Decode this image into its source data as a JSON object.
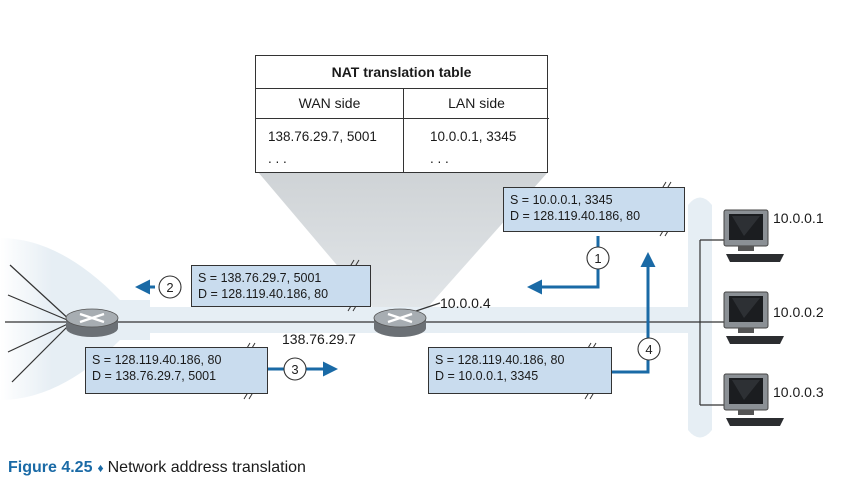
{
  "nat_table": {
    "title": "NAT translation table",
    "wan_header": "WAN side",
    "lan_header": "LAN side",
    "wan_entries": [
      "138.76.29.7, 5001",
      ". . ."
    ],
    "lan_entries": [
      "10.0.0.1, 3345",
      ". . ."
    ]
  },
  "packets": {
    "p1": {
      "step": "1",
      "src": "S = 10.0.0.1, 3345",
      "dst": "D = 128.119.40.186, 80"
    },
    "p2": {
      "step": "2",
      "src": "S = 138.76.29.7, 5001",
      "dst": "D = 128.119.40.186, 80"
    },
    "p3": {
      "step": "3",
      "src": "S = 128.119.40.186, 80",
      "dst": "D = 138.76.29.7, 5001"
    },
    "p4": {
      "step": "4",
      "src": "S = 128.119.40.186, 80",
      "dst": "D = 10.0.0.1, 3345"
    }
  },
  "addresses": {
    "router_lan": "10.0.0.4",
    "router_wan": "138.76.29.7",
    "host1": "10.0.0.1",
    "host2": "10.0.0.2",
    "host3": "10.0.0.3"
  },
  "caption": {
    "figure": "Figure 4.25",
    "separator": "♦",
    "text": "Network address translation"
  },
  "colors": {
    "arrow": "#1a6aa6",
    "packet_fill": "#c9dcee",
    "network_shade": "#e9f0f5"
  }
}
